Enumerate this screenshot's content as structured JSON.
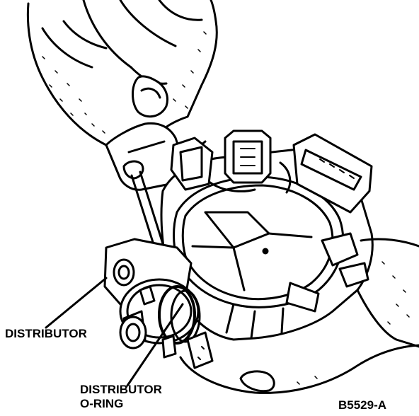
{
  "labels": {
    "distributor": "DISTRIBUTOR",
    "oring_line1": "DISTRIBUTOR",
    "oring_line2": "O-RING",
    "figure_id": "B5529-A"
  },
  "style": {
    "ink": "#000000",
    "paper": "#ffffff"
  }
}
